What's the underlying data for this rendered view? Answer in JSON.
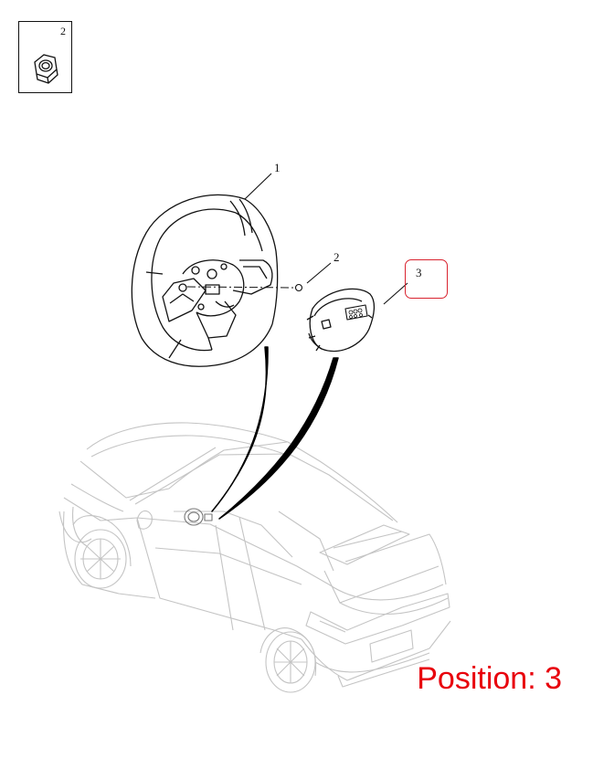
{
  "inset": {
    "number": "2",
    "icon": "hex-nut-icon"
  },
  "callouts": {
    "c1": "1",
    "c2": "2",
    "c3": "3"
  },
  "position_label": "Position: 3",
  "colors": {
    "highlight": "#d9232f",
    "position_text": "#e8000c",
    "line": "#111111",
    "car_line": "#bdbdbd"
  }
}
